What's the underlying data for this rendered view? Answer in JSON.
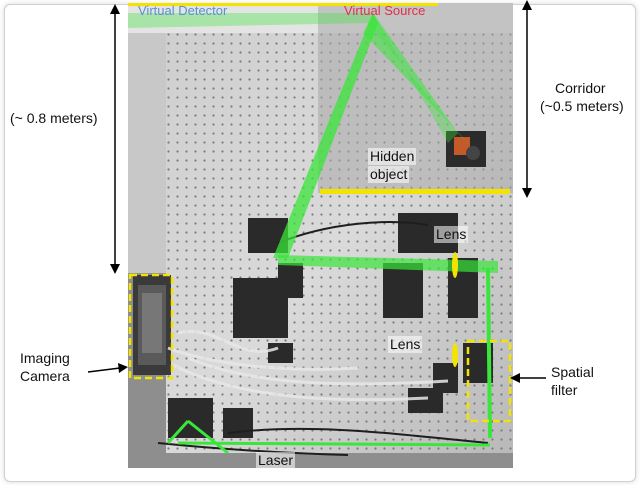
{
  "labels": {
    "virtual_detector": "Virtual Detector",
    "virtual_source": "Virtual Source",
    "height": "(~ 0.8 meters)",
    "corridor_line1": "Corridor",
    "corridor_line2": "(~0.5 meters)",
    "hidden_line1": "Hidden",
    "hidden_line2": "object",
    "lens_top": "Lens",
    "lens_mid": "Lens",
    "imaging_line1": "Imaging",
    "imaging_line2": "Camera",
    "spatial_line1": "Spatial",
    "spatial_line2": "filter",
    "laser": "Laser"
  },
  "colors": {
    "beam": "#39e639",
    "wall_line": "#f2e400",
    "box_outline": "#f2e400",
    "virtual_detector_text": "#5b8fd6",
    "virtual_source_text": "#e0304a"
  }
}
